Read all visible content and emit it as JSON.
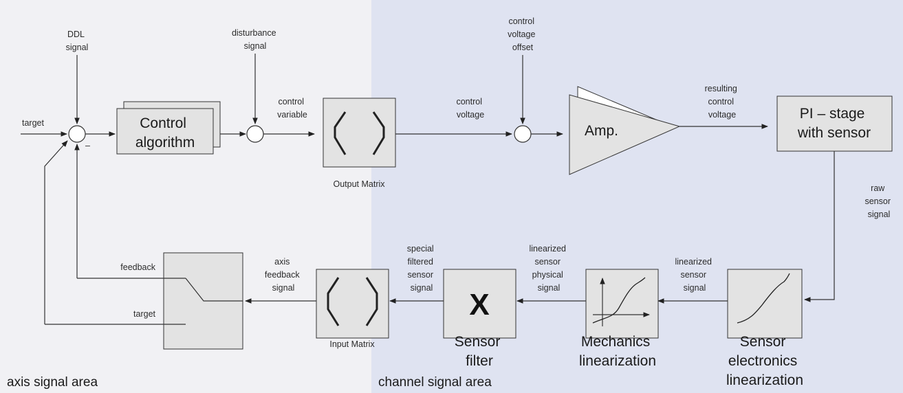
{
  "areas": {
    "axis": "axis signal area",
    "channel": "channel signal area"
  },
  "colors": {
    "axis_bg": "#f1f1f4",
    "channel_bg": "#dfe3f1",
    "block_fill": "#e3e3e3",
    "line": "#333333"
  },
  "blocks": {
    "control_algorithm": [
      "Control",
      "algorithm"
    ],
    "output_matrix": "Output Matrix",
    "amp": "Amp.",
    "pi_stage": [
      "PI – stage",
      "with sensor"
    ],
    "input_matrix": "Input Matrix",
    "sensor_filter": [
      "Sensor",
      "filter"
    ],
    "sensor_filter_symbol": "X",
    "mechanics_linearization": [
      "Mechanics",
      "linearization"
    ],
    "sensor_electronics_linearization": [
      "Sensor",
      "electronics",
      "linearization"
    ]
  },
  "signals": {
    "target_in": "target",
    "ddl_signal": [
      "DDL",
      "signal"
    ],
    "minus_sign": "–",
    "disturbance_signal": [
      "disturbance",
      "signal"
    ],
    "control_variable": [
      "control",
      "variable"
    ],
    "control_voltage": [
      "control",
      "voltage"
    ],
    "control_voltage_offset": [
      "control",
      "voltage",
      "offset"
    ],
    "resulting_control_voltage": [
      "resulting",
      "control",
      "voltage"
    ],
    "raw_sensor_signal": [
      "raw",
      "sensor",
      "signal"
    ],
    "linearized_sensor_signal": [
      "linearized",
      "sensor",
      "signal"
    ],
    "linearized_sensor_physical_signal": [
      "linearized",
      "sensor",
      "physical",
      "signal"
    ],
    "special_filtered_sensor_signal": [
      "special",
      "filtered",
      "sensor",
      "signal"
    ],
    "axis_feedback_signal": [
      "axis",
      "feedback",
      "signal"
    ],
    "switch_feedback": "feedback",
    "switch_target": "target"
  }
}
